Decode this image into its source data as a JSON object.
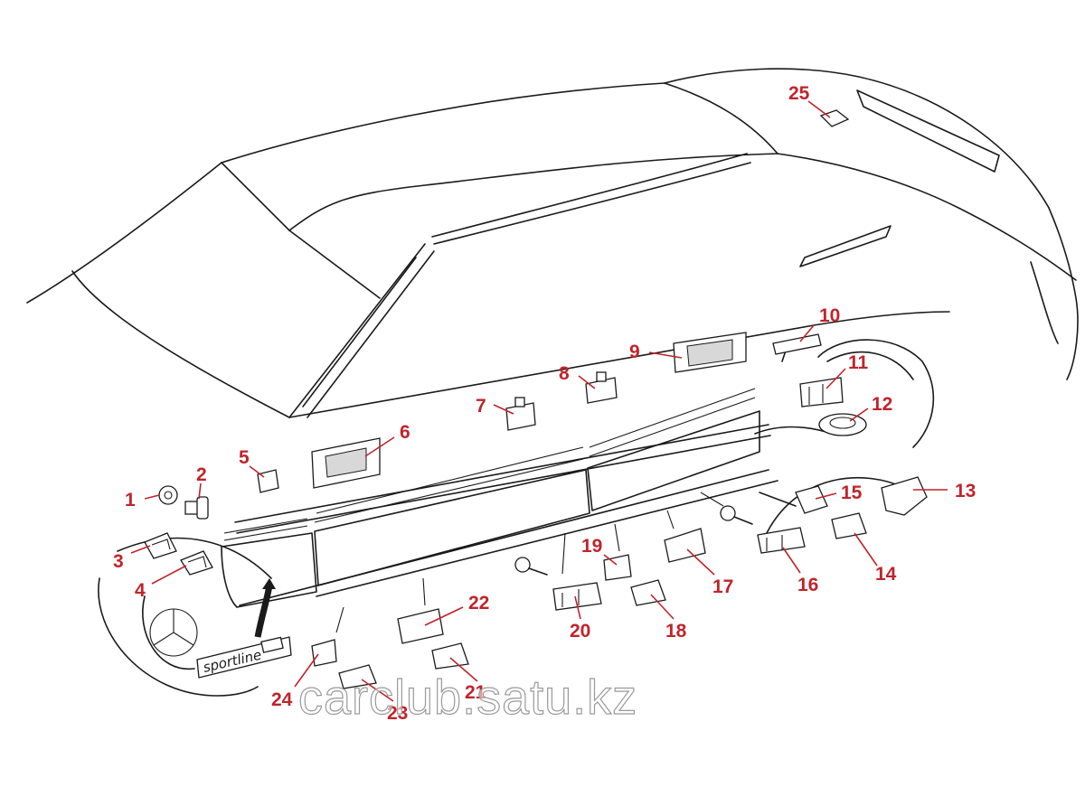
{
  "diagram": {
    "callout_color": "#c0242b",
    "badge_label": "sportline",
    "watermark": "carclub.satu.kz",
    "callouts": [
      "1",
      "2",
      "3",
      "4",
      "5",
      "6",
      "7",
      "8",
      "9",
      "10",
      "11",
      "12",
      "13",
      "14",
      "15",
      "16",
      "17",
      "18",
      "19",
      "20",
      "21",
      "22",
      "23",
      "24",
      "25"
    ]
  }
}
